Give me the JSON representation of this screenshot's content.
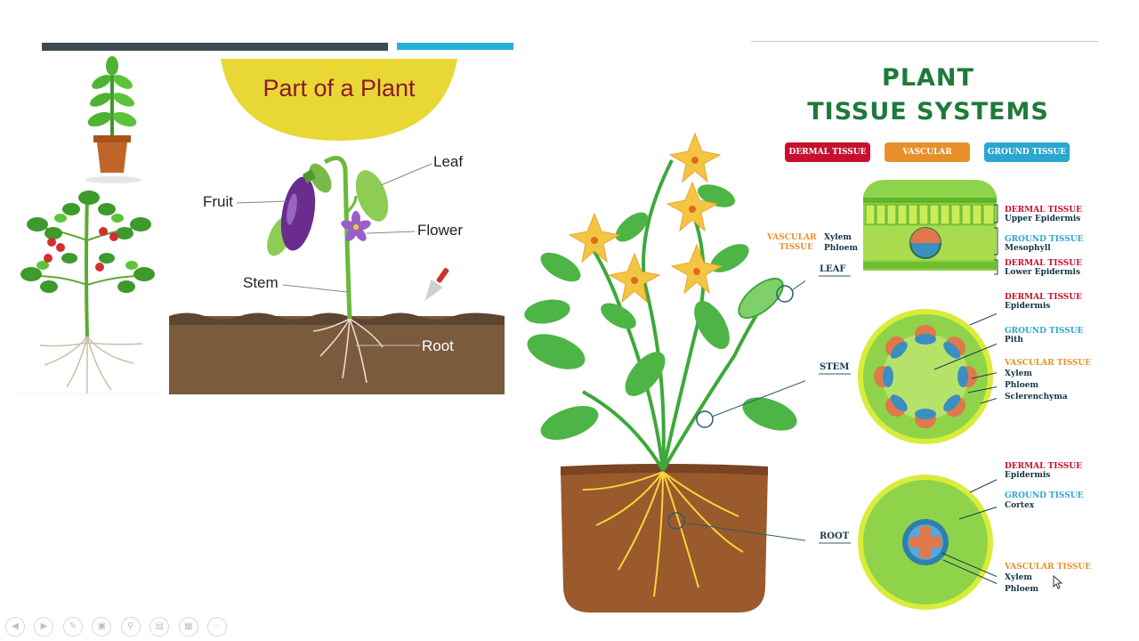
{
  "slide": {
    "accent_dark": "#3d4a52",
    "accent_blue": "#27b0d8"
  },
  "parts_diagram": {
    "title": "Part of a Plant",
    "title_bg": "#e8d735",
    "title_color": "#8b1a2a",
    "labels": {
      "leaf": "Leaf",
      "fruit": "Fruit",
      "flower": "Flower",
      "stem": "Stem",
      "root": "Root"
    }
  },
  "tissue_poster": {
    "title_line1": "PLANT",
    "title_line2": "TISSUE SYSTEMS",
    "legend": [
      {
        "label": "DERMAL TISSUE",
        "color": "#c8102e"
      },
      {
        "label": "VASCULAR TISSUE",
        "color": "#e7902a"
      },
      {
        "label": "GROUND TISSUE",
        "color": "#2aa7cf"
      }
    ],
    "organs": {
      "leaf": "LEAF",
      "stem": "STEM",
      "root": "ROOT"
    },
    "leaf_side": {
      "vascular_head": "VASCULAR",
      "vascular_head2": "TISSUE",
      "xylem": "Xylem",
      "phloem": "Phloem"
    },
    "leaf_labels": [
      {
        "head": "DERMAL TISSUE",
        "sub": "Upper Epidermis",
        "kind": "dermal"
      },
      {
        "head": "GROUND TISSUE",
        "sub": "Mesophyll",
        "kind": "ground"
      },
      {
        "head": "DERMAL TISSUE",
        "sub": "Lower Epidermis",
        "kind": "dermal"
      }
    ],
    "stem_labels": [
      {
        "head": "DERMAL TISSUE",
        "sub": "Epidermis",
        "kind": "dermal"
      },
      {
        "head": "GROUND TISSUE",
        "sub": "Pith",
        "kind": "ground"
      },
      {
        "head": "VASCULAR TISSUE",
        "subs": [
          "Xylem",
          "Phloem",
          "Sclerenchyma"
        ],
        "kind": "vascular"
      }
    ],
    "root_labels": [
      {
        "head": "DERMAL TISSUE",
        "sub": "Epidermis",
        "kind": "dermal"
      },
      {
        "head": "GROUND TISSUE",
        "sub": "Cortex",
        "kind": "ground"
      },
      {
        "head": "VASCULAR TISSUE",
        "subs": [
          "Xylem",
          "Phloem"
        ],
        "kind": "vascular"
      }
    ]
  },
  "toolbar": {
    "buttons": [
      "previous-icon",
      "next-icon",
      "pen-icon",
      "slides-icon",
      "zoom-icon",
      "subtitles-icon",
      "camera-off-icon",
      "more-icon"
    ]
  }
}
